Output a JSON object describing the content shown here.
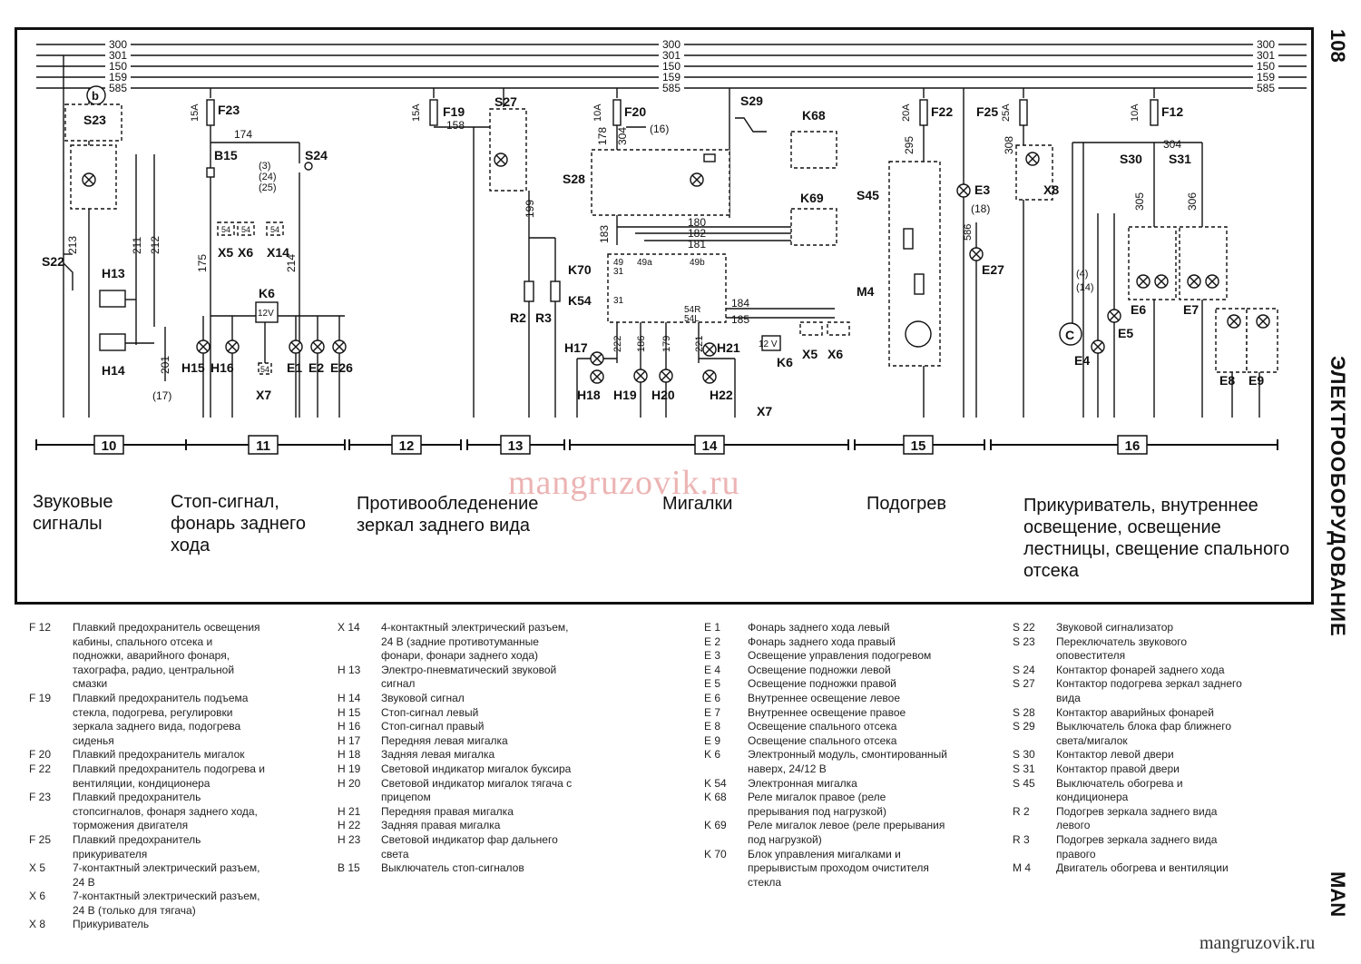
{
  "bus_labels": [
    "300",
    "301",
    "150",
    "159",
    "585"
  ],
  "page_number": "108",
  "side_section": "ЭЛЕКТРООБОРУДОВАНИЕ",
  "side_brand": "MAN",
  "watermark": "mangruzovik.ru",
  "watermark_footer": "mangruzovik.ru",
  "diagram_labels": {
    "b": "b",
    "S23": "S23",
    "S22": "S22",
    "H13": "H13",
    "H14": "H14",
    "w213": "213",
    "w211": "211",
    "w212": "212",
    "w201": "201",
    "r17": "(17)",
    "F23": "F23",
    "a15_1": "15A",
    "B15": "B15",
    "w174": "174",
    "r3": "(3)",
    "r24": "(24)",
    "r25": "(25)",
    "S24": "S24",
    "X5a": "X5",
    "X6a": "X6",
    "X14": "X14",
    "p54a": "54",
    "p54b": "54",
    "p54c": "54",
    "w175": "175",
    "w214": "214",
    "K6a": "K6",
    "v12": "12V",
    "X7a": "X7",
    "p54d": "54",
    "H15": "H15",
    "H16": "H16",
    "E1": "E1",
    "E2": "E2",
    "E26": "E26",
    "a15_2": "15A",
    "F19": "F19",
    "w158": "158",
    "S27": "S27",
    "w199": "199",
    "R2": "R2",
    "R3": "R3",
    "a10_1": "10A",
    "F20": "F20",
    "w178": "178",
    "w304a": "304",
    "r16": "(16)",
    "S28": "S28",
    "S29": "S29",
    "K68": "K68",
    "K69": "K69",
    "w180": "180",
    "w182": "182",
    "w181": "181",
    "w183": "183",
    "K70": "K70",
    "K54": "K54",
    "p49": "49",
    "p31a": "31",
    "p49a": "49a",
    "p49b": "49b",
    "p31b": "31",
    "w184": "184",
    "w185": "185",
    "p54R": "54R",
    "p54L": "54L",
    "w222": "222",
    "w186": "186",
    "w179": "179",
    "w221": "221",
    "H17": "H17",
    "H18": "H18",
    "H19": "H19",
    "H20": "H20",
    "H21": "H21",
    "H22": "H22",
    "K6b": "K6",
    "v12b": "12 V",
    "X7b": "X7",
    "X5b": "X5",
    "X6b": "X6",
    "a20": "20A",
    "F22": "F22",
    "w295": "295",
    "S45": "S45",
    "M4": "M4",
    "E3": "E3",
    "r18": "(18)",
    "w586": "586",
    "E27": "E27",
    "F25": "F25",
    "a25": "25A",
    "w308": "308",
    "X8": "X8",
    "a10_2": "10A",
    "F12": "F12",
    "w304b": "304",
    "S30": "S30",
    "S31": "S31",
    "w305": "305",
    "w306": "306",
    "r4": "(4)",
    "r14": "(14)",
    "C": "C",
    "E4": "E4",
    "E5": "E5",
    "E6": "E6",
    "E7": "E7",
    "E8": "E8",
    "E9": "E9"
  },
  "ruler": [
    "10",
    "11",
    "12",
    "13",
    "14",
    "15",
    "16"
  ],
  "sections": [
    {
      "title": "Звуковые сигналы"
    },
    {
      "title": "Стоп-сигнал, фонарь заднего хода"
    },
    {
      "title": "Противообледенение зеркал заднего вида"
    },
    {
      "title": "Мигалки"
    },
    {
      "title": "Подогрев"
    },
    {
      "title": "Прикуриватель, внутреннее освещение, освещение лестницы, свещение спального отсека"
    }
  ],
  "legend_cols": [
    [
      {
        "code": "F 12",
        "text": "Плавкий предохранитель освещения кабины, спального отсека и подножки, аварийного фонаря, тахографа, радио, центральной смазки"
      },
      {
        "code": "F 19",
        "text": "Плавкий предохранитель подъема стекла, подогрева, регулировки зеркала заднего вида, подогрева сиденья"
      },
      {
        "code": "F 20",
        "text": "Плавкий предохранитель мигалок"
      },
      {
        "code": "F 22",
        "text": "Плавкий предохранитель подогрева и вентиляции, кондиционера"
      },
      {
        "code": "F 23",
        "text": "Плавкий предохранитель стопсигналов, фонаря заднего хода, торможения двигателя"
      },
      {
        "code": "F 25",
        "text": "Плавкий предохранитель прикуривателя"
      },
      {
        "code": "X 5",
        "text": "7-контактный электрический разъем, 24 В"
      },
      {
        "code": "X 6",
        "text": "7-контактный электрический разъем, 24 В (только для тягача)"
      },
      {
        "code": "X 8",
        "text": "Прикуриватель"
      }
    ],
    [
      {
        "code": "X 14",
        "text": "4-контактный электрический разъем, 24 В (задние противотуманные фонари, фонари заднего хода)"
      },
      {
        "code": "H 13",
        "text": "Электро-пневматический звуковой сигнал"
      },
      {
        "code": "H 14",
        "text": "Звуковой сигнал"
      },
      {
        "code": "H 15",
        "text": "Стоп-сигнал левый"
      },
      {
        "code": "H 16",
        "text": "Стоп-сигнал правый"
      },
      {
        "code": "H 17",
        "text": "Передняя левая мигалка"
      },
      {
        "code": "H 18",
        "text": "Задняя левая мигалка"
      },
      {
        "code": "H 19",
        "text": "Световой индикатор мигалок буксира"
      },
      {
        "code": "H 20",
        "text": "Световой индикатор мигалок тягача с прицепом"
      },
      {
        "code": "H 21",
        "text": "Передняя правая мигалка"
      },
      {
        "code": "H 22",
        "text": "Задняя правая мигалка"
      },
      {
        "code": "H 23",
        "text": "Световой индикатор фар дальнего света"
      },
      {
        "code": "B 15",
        "text": "Выключатель стоп-сигналов"
      }
    ],
    [
      {
        "code": "E 1",
        "text": "Фонарь заднего хода левый"
      },
      {
        "code": "E 2",
        "text": "Фонарь заднего хода правый"
      },
      {
        "code": "E 3",
        "text": "Освещение управления подогревом"
      },
      {
        "code": "E 4",
        "text": "Освещение подножки левой"
      },
      {
        "code": "E 5",
        "text": "Освещение подножки правой"
      },
      {
        "code": "E 6",
        "text": "Внутреннее освещение левое"
      },
      {
        "code": "E 7",
        "text": "Внутреннее освещение правое"
      },
      {
        "code": "E 8",
        "text": "Освещение спального отсека"
      },
      {
        "code": "E 9",
        "text": "Освещение спального отсека"
      },
      {
        "code": "K 6",
        "text": "Электронный модуль, смонтированный наверх, 24/12 В"
      },
      {
        "code": "K 54",
        "text": "Электронная мигалка"
      },
      {
        "code": "K 68",
        "text": "Реле мигалок правое (реле прерывания под нагрузкой)"
      },
      {
        "code": "K 69",
        "text": "Реле мигалок левое (реле прерывания под нагрузкой)"
      },
      {
        "code": "K 70",
        "text": "Блок управления мигалками и прерывистым проходом очистителя стекла"
      }
    ],
    [
      {
        "code": "S 22",
        "text": "Звуковой сигнализатор"
      },
      {
        "code": "S 23",
        "text": "Переключатель звукового оповестителя"
      },
      {
        "code": "S 24",
        "text": "Контактор фонарей заднего хода"
      },
      {
        "code": "S 27",
        "text": "Контактор подогрева зеркал заднего вида"
      },
      {
        "code": "S 28",
        "text": "Контактор аварийных фонарей"
      },
      {
        "code": "S 29",
        "text": "Выключатель блока фар ближнего света/мигалок"
      },
      {
        "code": "S 30",
        "text": "Контактор левой двери"
      },
      {
        "code": "S 31",
        "text": "Контактор правой двери"
      },
      {
        "code": "S 45",
        "text": "Выключатель обогрева и кондиционера"
      },
      {
        "code": "R 2",
        "text": "Подогрев зеркала заднего вида левого"
      },
      {
        "code": "R 3",
        "text": "Подогрев зеркала заднего вида правого"
      },
      {
        "code": "M 4",
        "text": "Двигатель обогрева и вентиляции"
      }
    ]
  ]
}
